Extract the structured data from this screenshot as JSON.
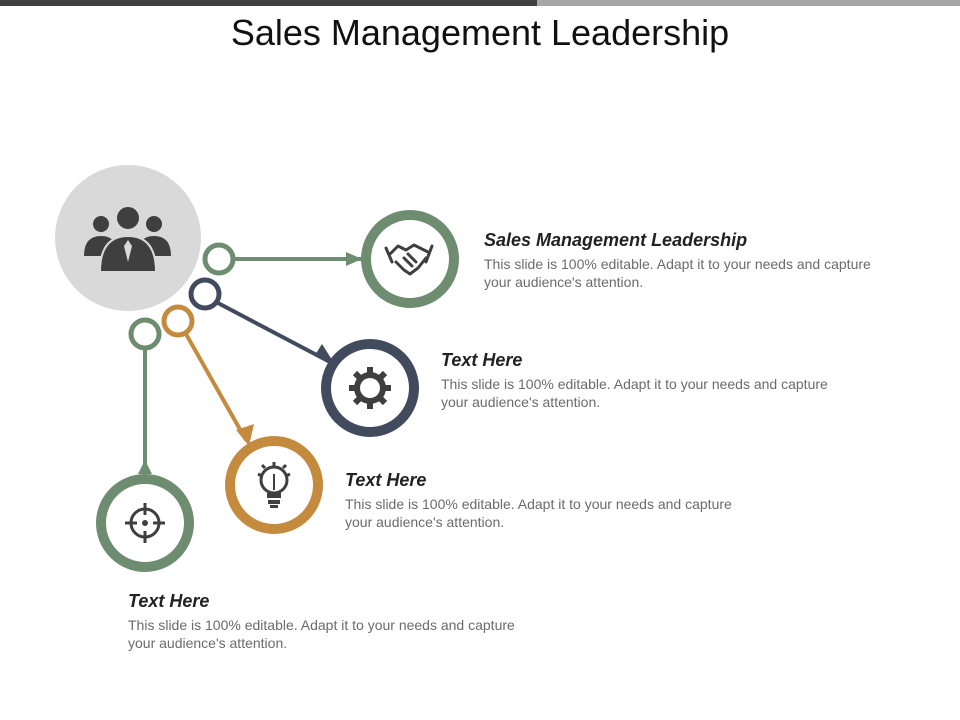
{
  "slide": {
    "title": "Sales Management Leadership"
  },
  "colors": {
    "green": "#6e8c6f",
    "navy": "#424a5e",
    "gold": "#c48b3f",
    "hub_gray": "#d9d9d9",
    "icon_dark": "#3f3f3f"
  },
  "hub": {
    "icon": "people-group-icon"
  },
  "items": [
    {
      "heading": "Sales Management Leadership",
      "body_line1": "This slide is 100% editable. Adapt it to your needs and capture",
      "body_line2": "your audience's attention.",
      "icon": "handshake-icon",
      "color": "green"
    },
    {
      "heading": "Text Here",
      "body_line1": "This slide is 100% editable. Adapt it to your needs and capture",
      "body_line2": "your audience's attention.",
      "icon": "gear-icon",
      "color": "navy"
    },
    {
      "heading": "Text Here",
      "body_line1": "This slide is 100% editable. Adapt it to your needs and capture",
      "body_line2": "your audience's attention.",
      "icon": "lightbulb-gear-icon",
      "color": "gold"
    },
    {
      "heading": "Text Here",
      "body_line1": "This slide is 100% editable. Adapt it to your needs and capture",
      "body_line2": "your audience's attention.",
      "icon": "target-crosshair-icon",
      "color": "green"
    }
  ]
}
